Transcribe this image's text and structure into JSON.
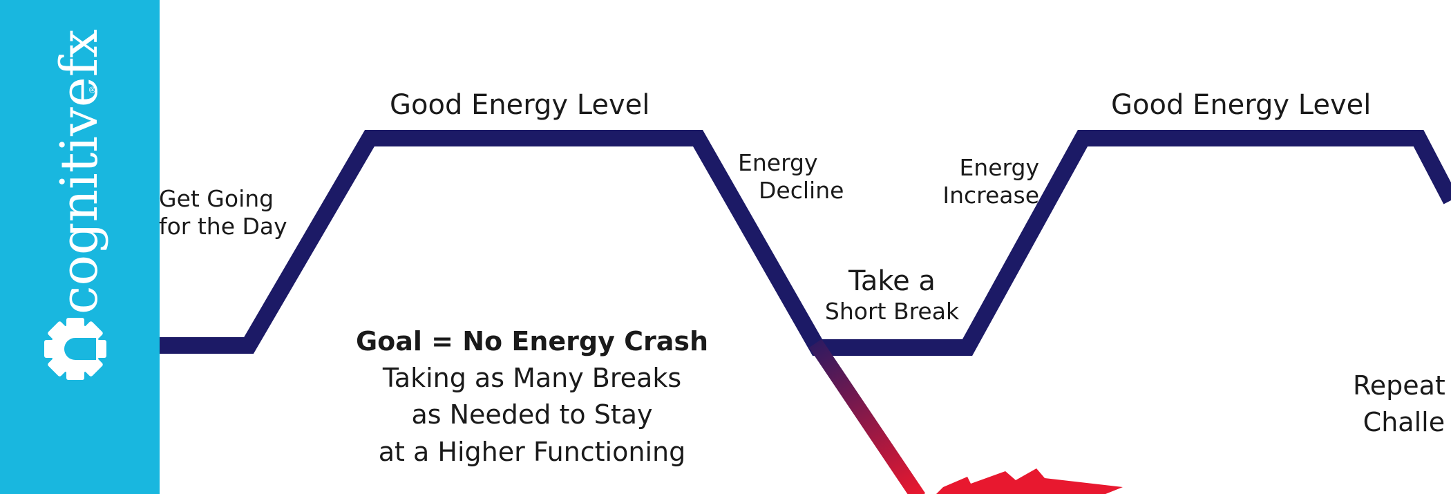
{
  "brand": {
    "name": "cognitivefx",
    "registered": "®",
    "sidebar_color": "#19b7df",
    "line_color": "#1c1a66",
    "crash_color": "#e8182f"
  },
  "labels": {
    "good_energy_1": "Good Energy Level",
    "good_energy_2": "Good Energy Level",
    "get_going_l1": "Get Going",
    "get_going_l2": "for the Day",
    "decline_l1": "Energy",
    "decline_l2": "Decline",
    "increase_l1": "Energy",
    "increase_l2": "Increase",
    "break_l1": "Take a",
    "break_l2": "Short Break",
    "goal_title": "Goal = No Energy Crash",
    "goal_l1": "Taking as Many Breaks",
    "goal_l2": "as Needed to Stay",
    "goal_l3": "at a Higher Functioning",
    "repeat_l1": "Repeat",
    "repeat_l2": "Challe"
  }
}
